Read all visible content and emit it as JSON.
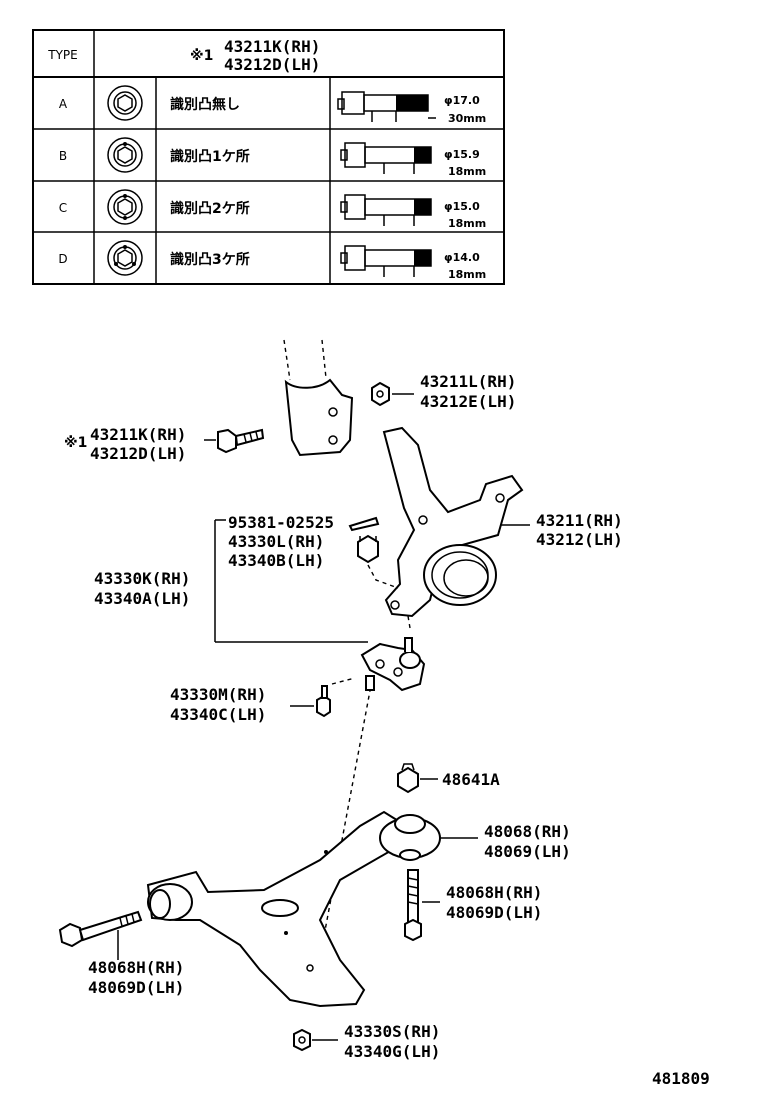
{
  "table": {
    "header": {
      "type": "TYPE",
      "mark": "※1",
      "part1": "43211K(RH)",
      "part2": "43212D(LH)"
    },
    "rows": [
      {
        "type": "A",
        "desc": "識別凸無し",
        "dia": "φ17.0",
        "len": "30mm"
      },
      {
        "type": "B",
        "desc": "識別凸1ケ所",
        "dia": "φ15.9",
        "len": "18mm"
      },
      {
        "type": "C",
        "desc": "識別凸2ケ所",
        "dia": "φ15.0",
        "len": "18mm"
      },
      {
        "type": "D",
        "desc": "識別凸3ケ所",
        "dia": "φ14.0",
        "len": "18mm"
      }
    ]
  },
  "labels": {
    "nut_top_rh": "43211L(RH)",
    "nut_top_lh": "43212E(LH)",
    "mark1": "※1",
    "bolt_rh": "43211K(RH)",
    "bolt_lh": "43212D(LH)",
    "pin": "95381-02525",
    "nut_bj_rh": "43330L(RH)",
    "nut_bj_lh": "43340B(LH)",
    "knuckle_rh": "43211(RH)",
    "knuckle_lh": "43212(LH)",
    "ball_joint_rh": "43330K(RH)",
    "ball_joint_lh": "43340A(LH)",
    "bolt_bj_rh": "43330M(RH)",
    "bolt_bj_lh": "43340C(LH)",
    "nut_arm": "48641A",
    "bushing_rh": "48068(RH)",
    "bushing_lh": "48069(LH)",
    "bolt_v_rh": "48068H(RH)",
    "bolt_v_lh": "48069D(LH)",
    "bolt_h_rh": "48068H(RH)",
    "bolt_h_lh": "48069D(LH)",
    "nut_bottom_rh": "43330S(RH)",
    "nut_bottom_lh": "43340G(LH)",
    "diagram_no": "481809"
  }
}
